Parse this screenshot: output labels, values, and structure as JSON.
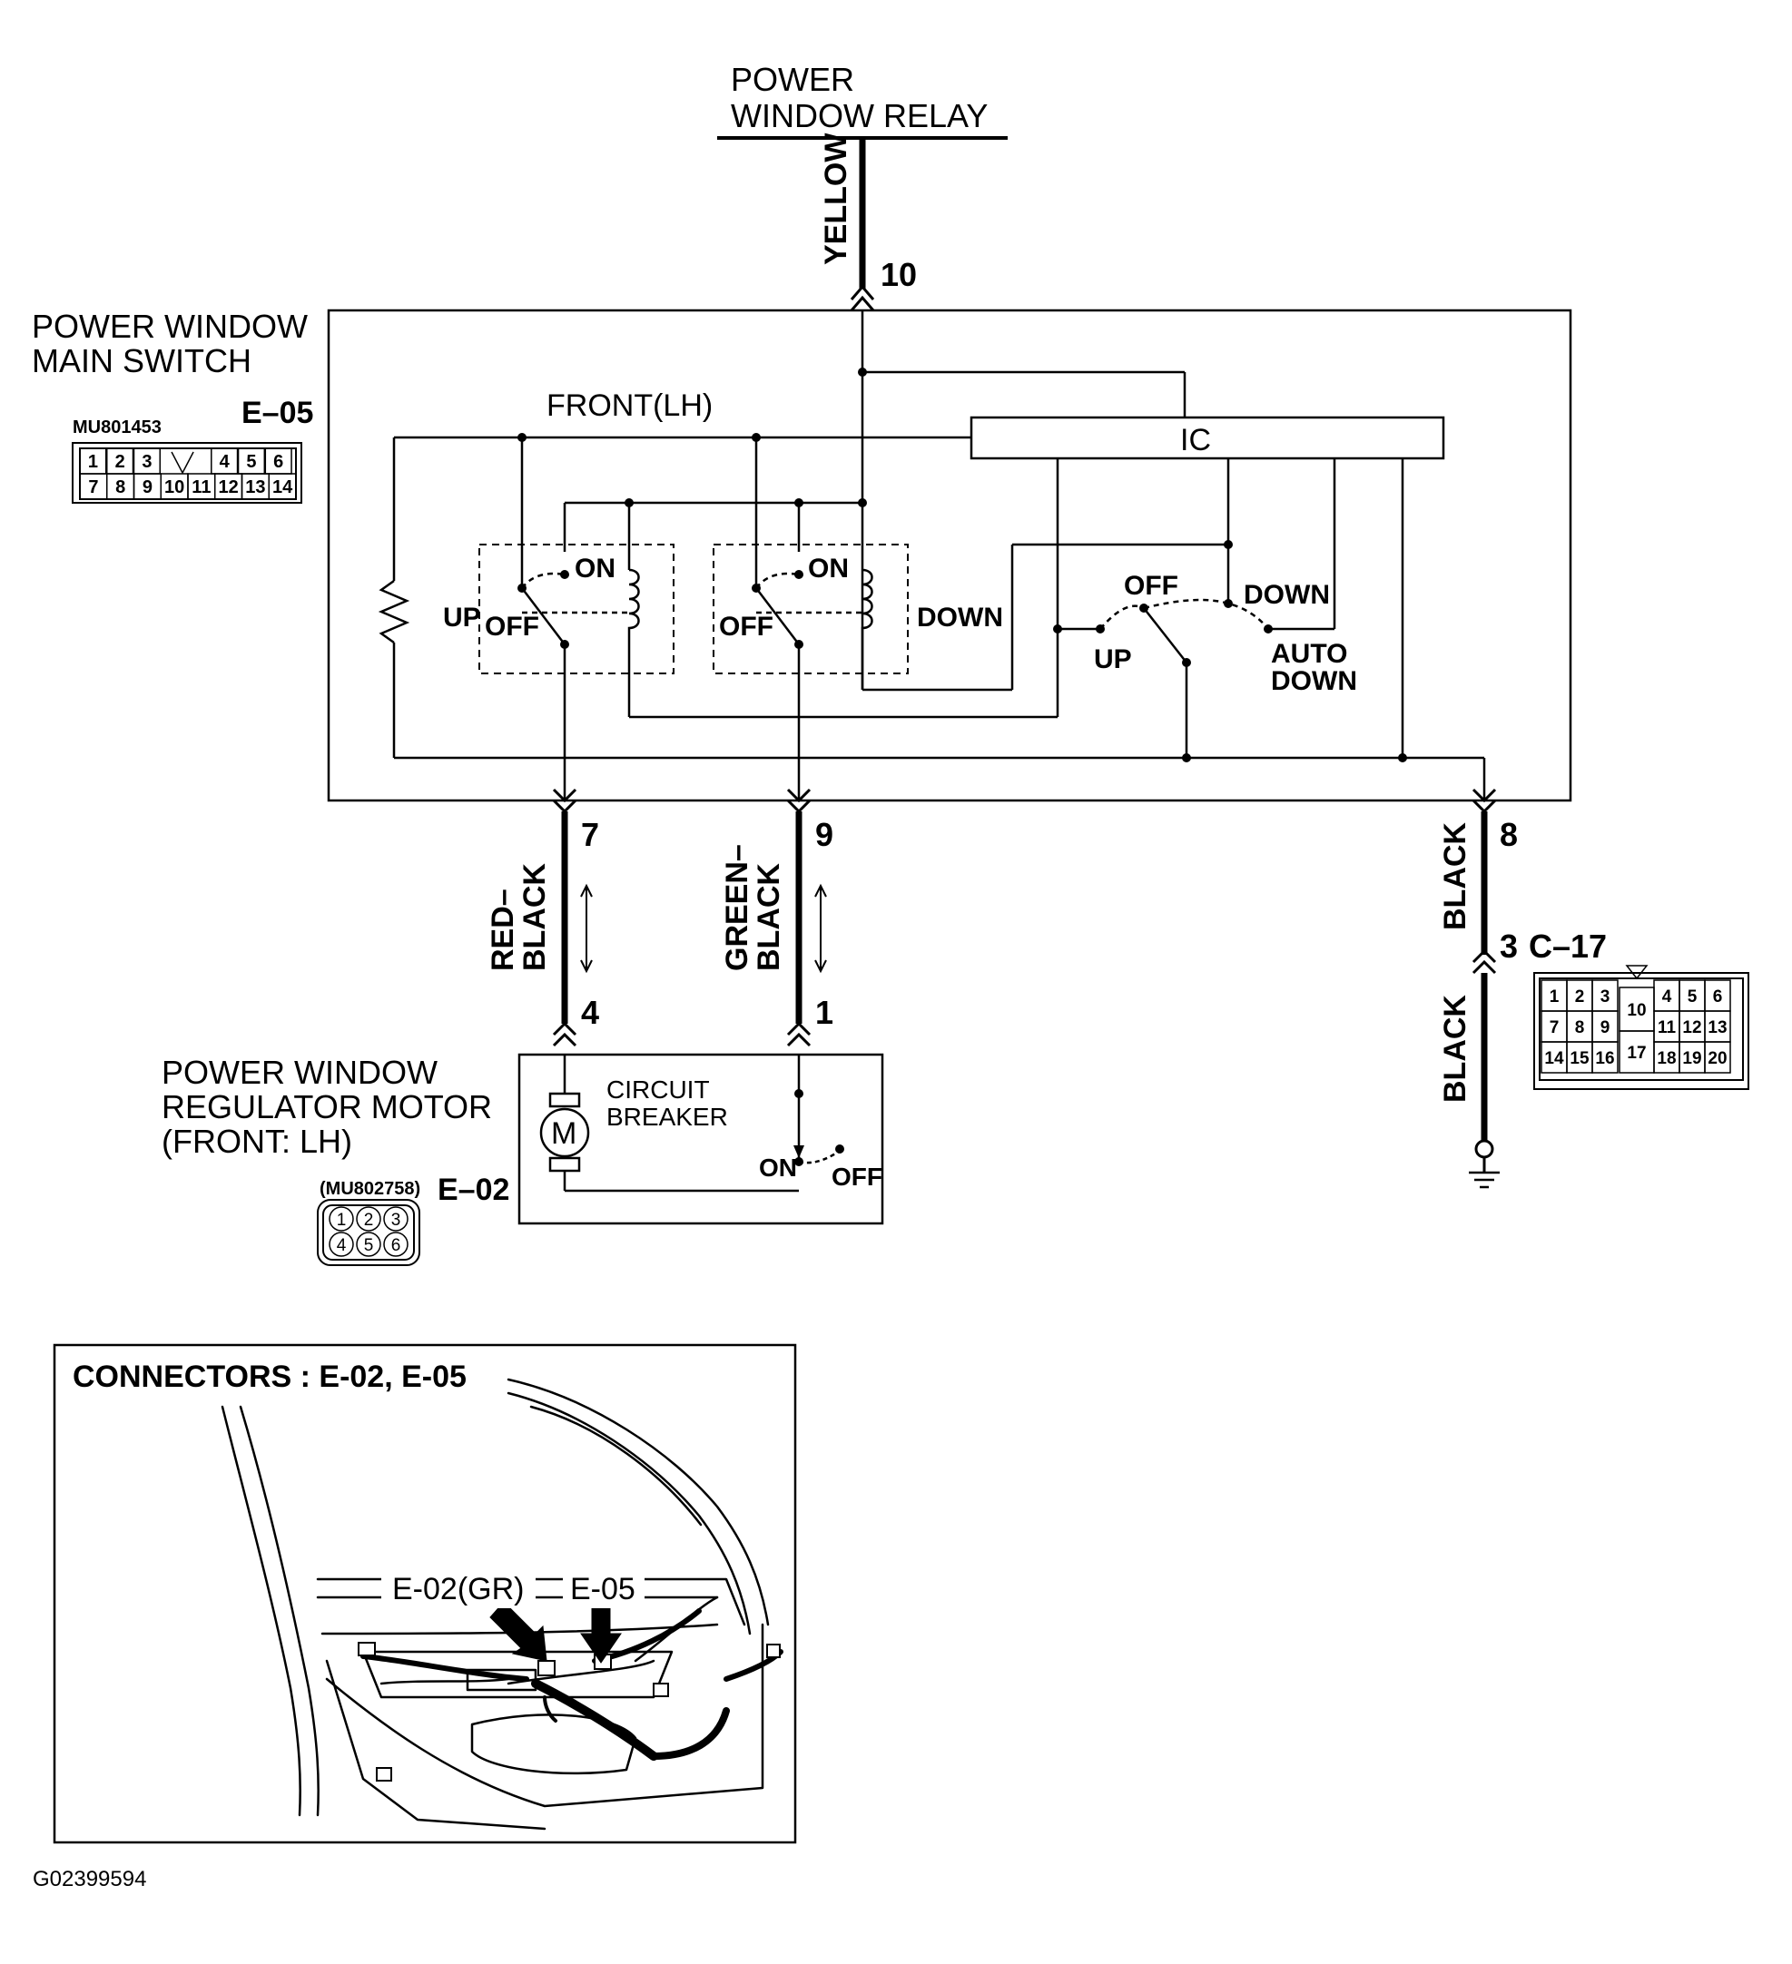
{
  "labels": {
    "relay": [
      "POWER",
      "WINDOW RELAY"
    ],
    "main_switch": [
      "POWER WINDOW",
      "MAIN SWITCH"
    ],
    "main_switch_part": "MU801453",
    "main_switch_conn": "E–05",
    "front_lh": "FRONT(LH)",
    "ic": "IC",
    "on": "ON",
    "off": "OFF",
    "up": "UP",
    "down": "DOWN",
    "auto": "AUTO",
    "auto_down": "DOWN",
    "motor": [
      "POWER WINDOW",
      "REGULATOR MOTOR",
      "(FRONT: LH)"
    ],
    "motor_part": "(MU802758)",
    "motor_conn": "E–02",
    "motor_symbol": "M",
    "breaker": [
      "CIRCUIT",
      "BREAKER"
    ],
    "c17": "C–17",
    "connectors_title": "CONNECTORS : E-02, E-05",
    "e02_callout": "E-02(GR)",
    "e05_callout": "E-05",
    "figure_id": "G02399594"
  },
  "wires": {
    "yellow": "YELLOW",
    "red_black": [
      "RED–",
      "BLACK"
    ],
    "green_black": [
      "GREEN–",
      "BLACK"
    ],
    "black_upper": "BLACK",
    "black_lower": "BLACK"
  },
  "pins": {
    "p10": "10",
    "p7": "7",
    "p9": "9",
    "p8": "8",
    "p4": "4",
    "p1": "1",
    "p3": "3"
  },
  "e05_cells": {
    "top": [
      "1",
      "2",
      "3",
      "",
      "4",
      "5",
      "6"
    ],
    "bottom": [
      "7",
      "8",
      "9",
      "10",
      "11",
      "12",
      "13",
      "14"
    ]
  },
  "e02_cells": {
    "top": [
      "1",
      "2",
      "3"
    ],
    "bottom": [
      "4",
      "5",
      "6"
    ]
  },
  "c17_cells": {
    "row1": [
      "1",
      "2",
      "3",
      "4",
      "5",
      "6"
    ],
    "row2": [
      "7",
      "8",
      "9",
      "11",
      "12",
      "13"
    ],
    "row3": [
      "14",
      "15",
      "16",
      "18",
      "19",
      "20"
    ],
    "center": [
      "10",
      "17"
    ]
  }
}
